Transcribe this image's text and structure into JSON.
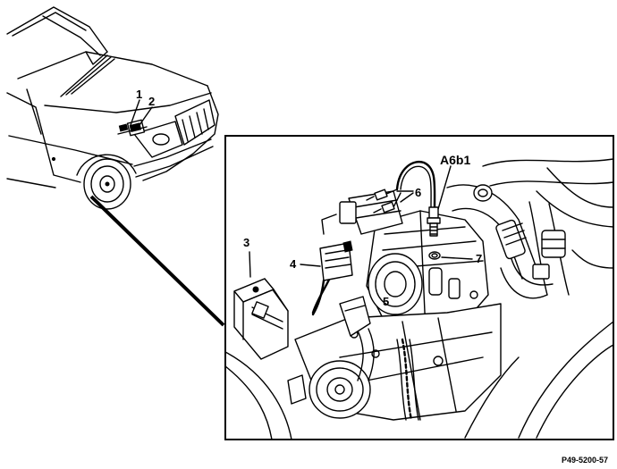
{
  "callouts": {
    "c1": "1",
    "c2": "2",
    "c3": "3",
    "c4": "4",
    "c5": "5",
    "c6": "6",
    "c7": "7",
    "a6b1": "A6b1"
  },
  "reference_code": "P49-5200-57"
}
